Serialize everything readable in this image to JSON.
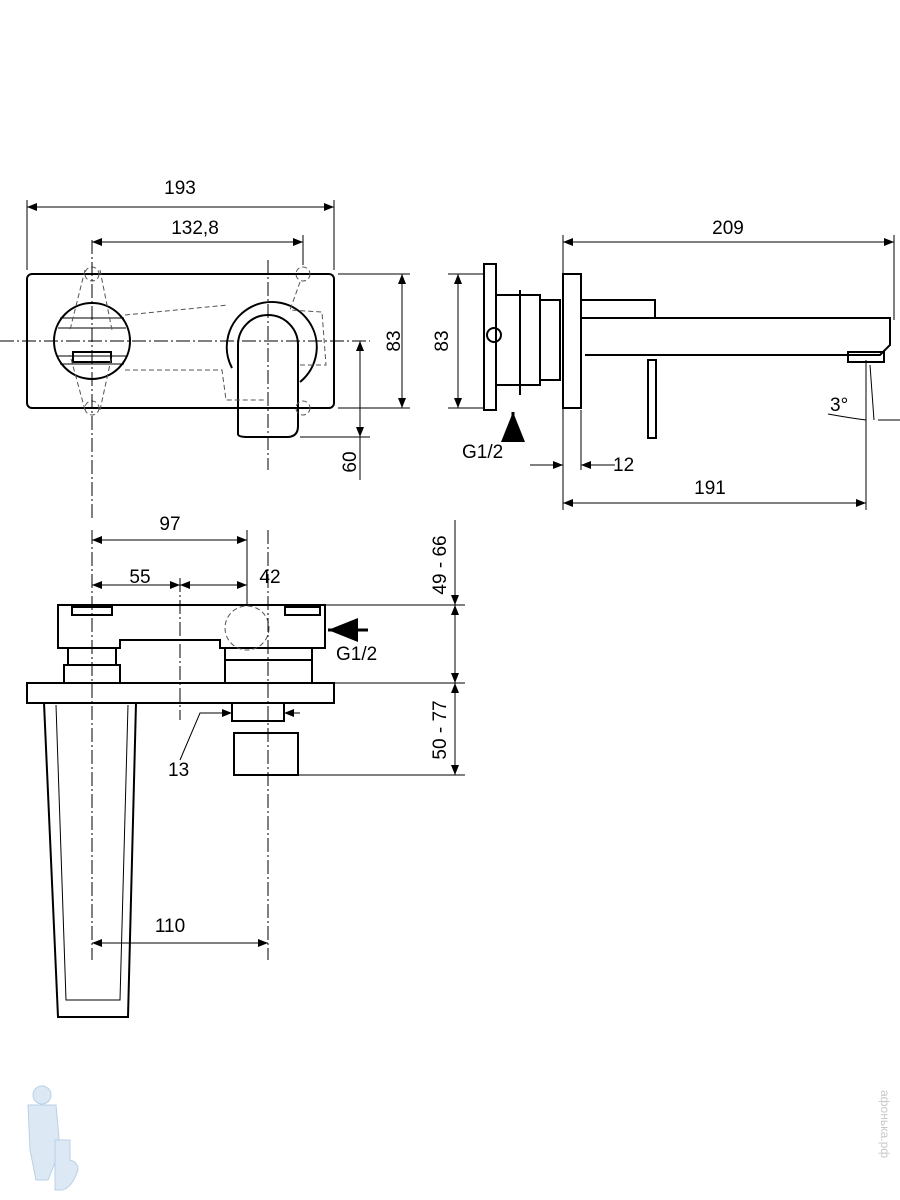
{
  "front_view": {
    "width_total": "193",
    "hole_spacing": "132,8",
    "height": "83",
    "spout_drop": "60"
  },
  "side_view": {
    "projection": "209",
    "plate_height": "83",
    "inlet": "G1/2",
    "plate_gap": "12",
    "spout_length": "191",
    "angle": "3°"
  },
  "top_view": {
    "outlet_offset": "97",
    "left_offset": "55",
    "right_offset": "42",
    "depth_upper": "49 - 66",
    "inlet": "G1/2",
    "depth_lower": "50 - 77",
    "nut": "13",
    "spout_reach": "110"
  },
  "watermark": {
    "text": "афонька.рф"
  }
}
